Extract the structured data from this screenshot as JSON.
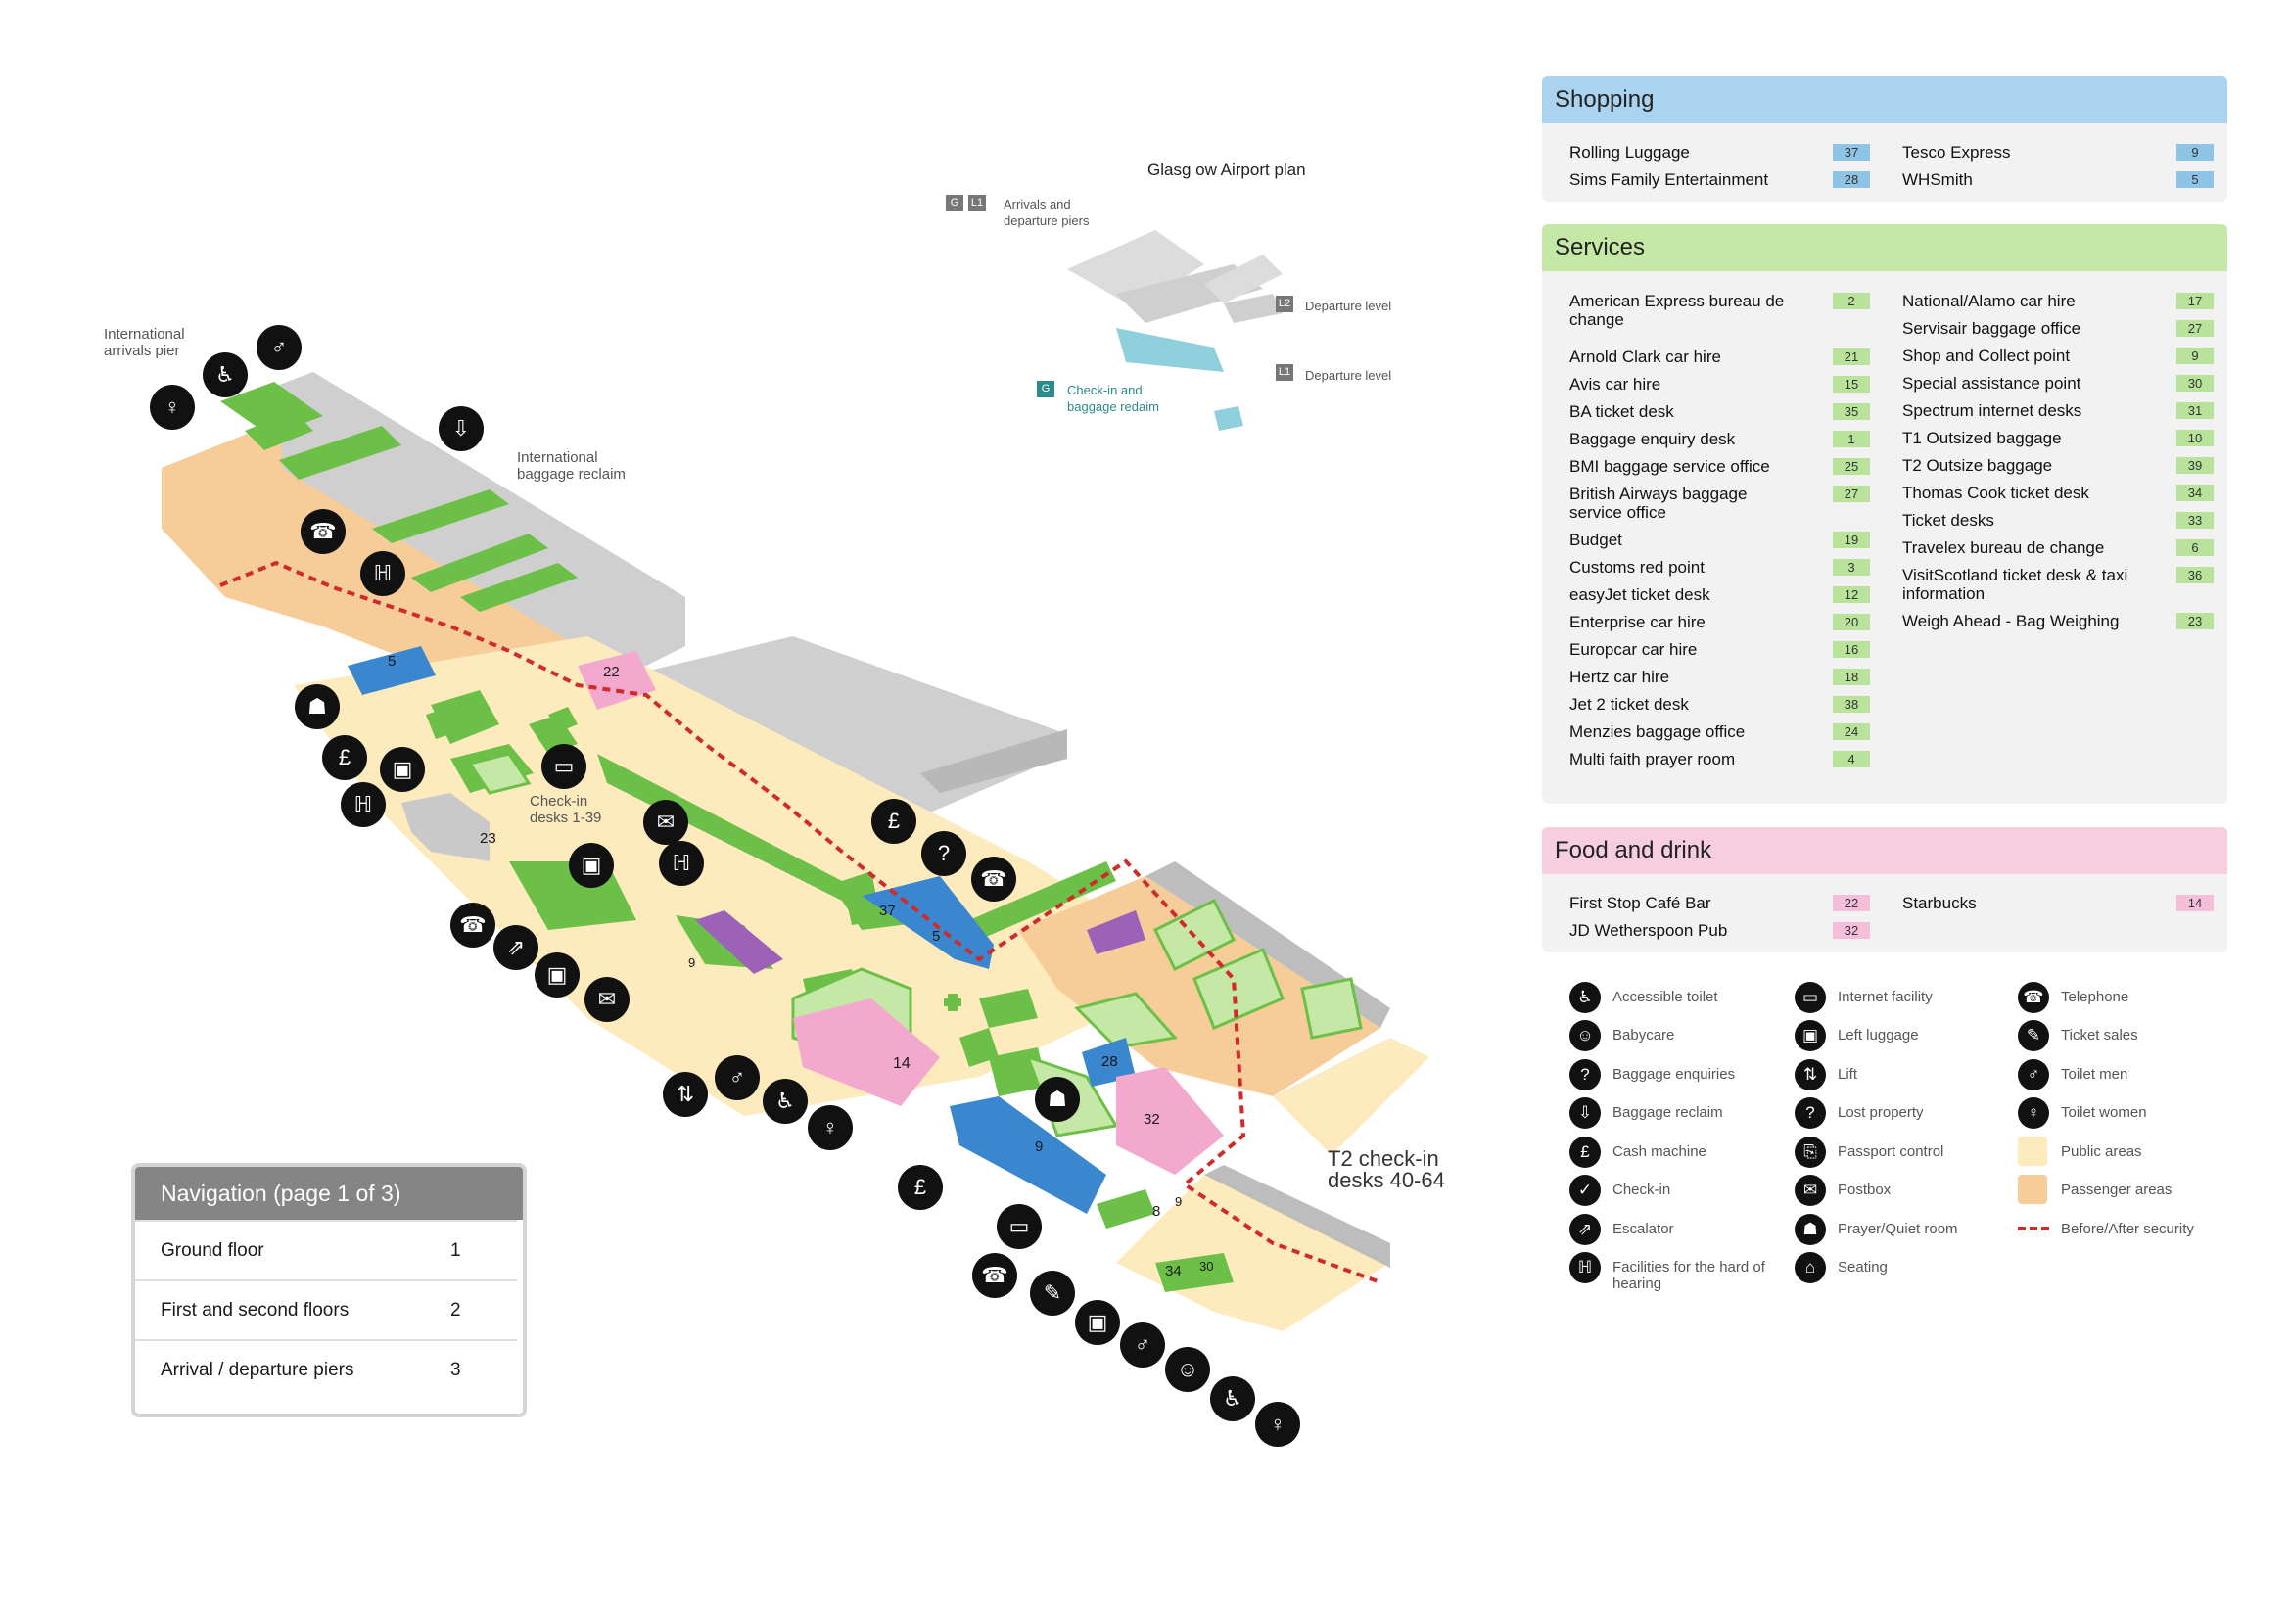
{
  "map": {
    "plan_title": "Glasg ow Airport plan",
    "inset_labels": {
      "arrivals_piers": "Arrivals and departure piers",
      "l2_departure": "Departure level",
      "l1_departure": "Departure level",
      "checkin_reclaim": "Check-in and baggage  redaim"
    },
    "level_codes": [
      "G",
      "L1",
      "L2",
      "L1",
      "G"
    ],
    "area_labels": {
      "int_arrivals_pier": "International arrivals pier",
      "int_baggage_reclaim": "International baggage reclaim",
      "checkin_1_39": "Check-in desks 1-39",
      "t2_checkin": "T2 check-in desks 40-64"
    },
    "numbers": [
      "5",
      "22",
      "23",
      "9",
      "37",
      "5",
      "14",
      "28",
      "32",
      "9",
      "8",
      "34",
      "30",
      "9"
    ]
  },
  "shopping": {
    "title": "Shopping",
    "left": [
      {
        "name": "Rolling Luggage",
        "num": "37"
      },
      {
        "name": "Sims Family Entertainment",
        "num": "28"
      }
    ],
    "right": [
      {
        "name": "Tesco Express",
        "num": "9"
      },
      {
        "name": "WHSmith",
        "num": "5"
      }
    ]
  },
  "services": {
    "title": "Services",
    "left": [
      {
        "name": "American Express bureau de change",
        "num": "2"
      },
      {
        "name": "Arnold Clark car hire",
        "num": "21"
      },
      {
        "name": "Avis car hire",
        "num": "15"
      },
      {
        "name": "BA ticket desk",
        "num": "35"
      },
      {
        "name": "Baggage enquiry desk",
        "num": "1"
      },
      {
        "name": "BMI baggage service office",
        "num": "25"
      },
      {
        "name": "British Airways baggage service office",
        "num": "27"
      },
      {
        "name": "Budget",
        "num": "19"
      },
      {
        "name": "Customs red point",
        "num": "3"
      },
      {
        "name": "easyJet ticket desk",
        "num": "12"
      },
      {
        "name": "Enterprise car hire",
        "num": "20"
      },
      {
        "name": "Europcar car hire",
        "num": "16"
      },
      {
        "name": "Hertz car hire",
        "num": "18"
      },
      {
        "name": "Jet 2 ticket desk",
        "num": "38"
      },
      {
        "name": "Menzies baggage office",
        "num": "24"
      },
      {
        "name": "Multi faith prayer room",
        "num": "4"
      }
    ],
    "right": [
      {
        "name": "National/Alamo car hire",
        "num": "17"
      },
      {
        "name": "Servisair baggage office",
        "num": "27"
      },
      {
        "name": "Shop and Collect point",
        "num": "9"
      },
      {
        "name": "Special assistance point",
        "num": "30"
      },
      {
        "name": "Spectrum internet desks",
        "num": "31"
      },
      {
        "name": "T1 Outsized baggage",
        "num": "10"
      },
      {
        "name": "T2 Outsize baggage",
        "num": "39"
      },
      {
        "name": "Thomas Cook ticket desk",
        "num": "34"
      },
      {
        "name": "Ticket desks",
        "num": "33"
      },
      {
        "name": "Travelex bureau de change",
        "num": "6"
      },
      {
        "name": "VisitScotland ticket desk & taxi information",
        "num": "36"
      },
      {
        "name": "Weigh Ahead - Bag Weighing",
        "num": "23"
      }
    ]
  },
  "food": {
    "title": "Food and drink",
    "left": [
      {
        "name": "First Stop Café Bar",
        "num": "22"
      },
      {
        "name": "JD Wetherspoon Pub",
        "num": "32"
      }
    ],
    "right": [
      {
        "name": "Starbucks",
        "num": "14"
      }
    ]
  },
  "legend": {
    "col1": [
      "Accessible toilet",
      "Babycare",
      "Baggage enquiries",
      "Baggage reclaim",
      "Cash machine",
      "Check-in",
      "Escalator",
      "Facilities for the hard of hearing"
    ],
    "col2": [
      "Internet facility",
      "Left luggage",
      "Lift",
      "Lost property",
      "Passport control",
      "Postbox",
      "Prayer/Quiet room",
      "Seating"
    ],
    "col3": [
      "Telephone",
      "Ticket sales",
      "Toilet men",
      "Toilet women",
      "Public areas",
      "Passenger areas",
      "Before/After security"
    ]
  },
  "navigation": {
    "title": "Navigation (page 1 of 3)",
    "items": [
      {
        "label": "Ground floor",
        "page": "1"
      },
      {
        "label": "First and second floors",
        "page": "2"
      },
      {
        "label": "Arrival / departure piers",
        "page": "3"
      }
    ]
  },
  "colors": {
    "shopping": "#a9d3ef",
    "services": "#c6e8a7",
    "food": "#f7cde0",
    "public": "#fdebbe",
    "passenger": "#f6cc99",
    "security_line": "#d12a2a",
    "green_block": "#6cbf47",
    "grey_block": "#c8c8c8",
    "blue_unit": "#3a87cf",
    "pink_unit": "#f3a9cd"
  }
}
